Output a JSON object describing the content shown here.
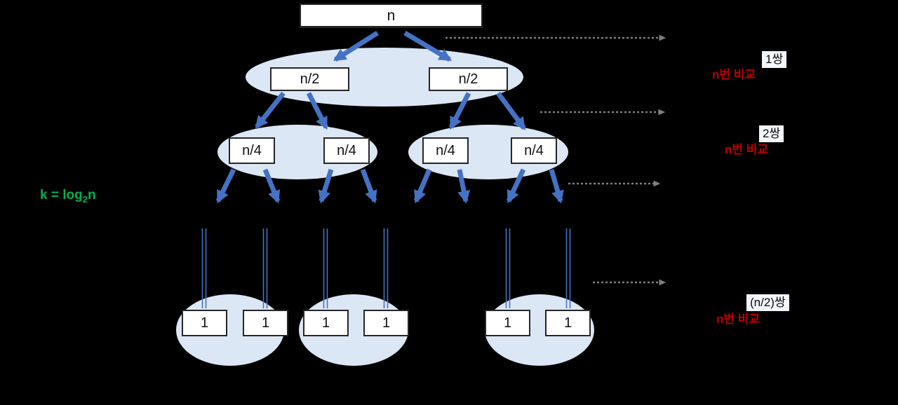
{
  "diagram": {
    "description_visible_text_only": true,
    "tree": {
      "root": {
        "label": "n"
      },
      "level1": {
        "labels": [
          "n/2",
          "n/2"
        ]
      },
      "level2": {
        "labels": [
          "n/4",
          "n/4",
          "n/4",
          "n/4"
        ]
      },
      "leaves": {
        "labels": [
          "1",
          "1",
          "1",
          "1",
          "1",
          "1"
        ]
      }
    },
    "formula": {
      "prefix": "k = log",
      "subscript": "2",
      "suffix": "n"
    },
    "annotations": [
      {
        "pairs": "1쌍",
        "comparisons": "n번 비교"
      },
      {
        "pairs": "2쌍",
        "comparisons": "n번 비교"
      },
      {
        "pairs": "(n/2)쌍",
        "comparisons": "n번 비교"
      }
    ],
    "colors": {
      "arrow_blue": "#4472c4",
      "group_ellipse_fill": "#dce7f5",
      "comparison_text_red": "#c00000",
      "formula_green": "#00b050",
      "pointer_gray": "#7f7f7f",
      "node_fill": "#ffffff",
      "background": "#000000"
    }
  }
}
